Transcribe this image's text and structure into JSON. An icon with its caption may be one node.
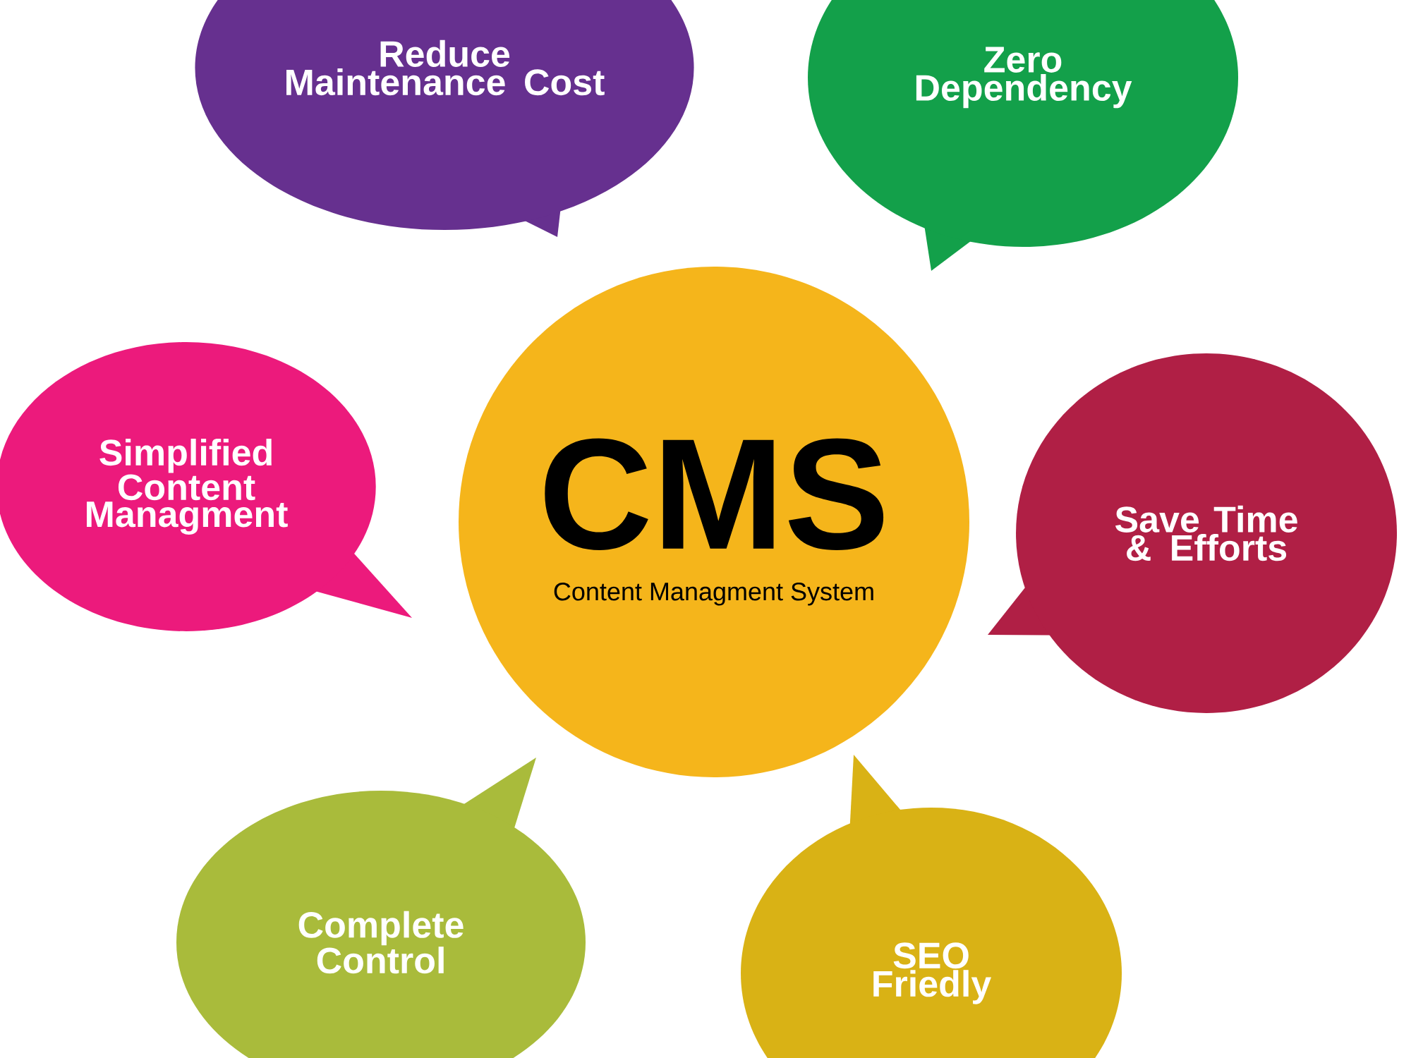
{
  "diagram": {
    "nodes": [
      {
        "text": [
          "CMS",
          "Content Managment System"
        ]
      },
      {
        "text": [
          "Reduce Maintenance Cost"
        ]
      },
      {
        "text": [
          "Zero Dependency"
        ]
      },
      {
        "text": [
          "Simplified Content Managment"
        ]
      },
      {
        "text": [
          "Save Time & Efforts"
        ]
      },
      {
        "text": [
          "Complete Control"
        ]
      },
      {
        "text": [
          "SEO Friedly"
        ]
      }
    ]
  }
}
